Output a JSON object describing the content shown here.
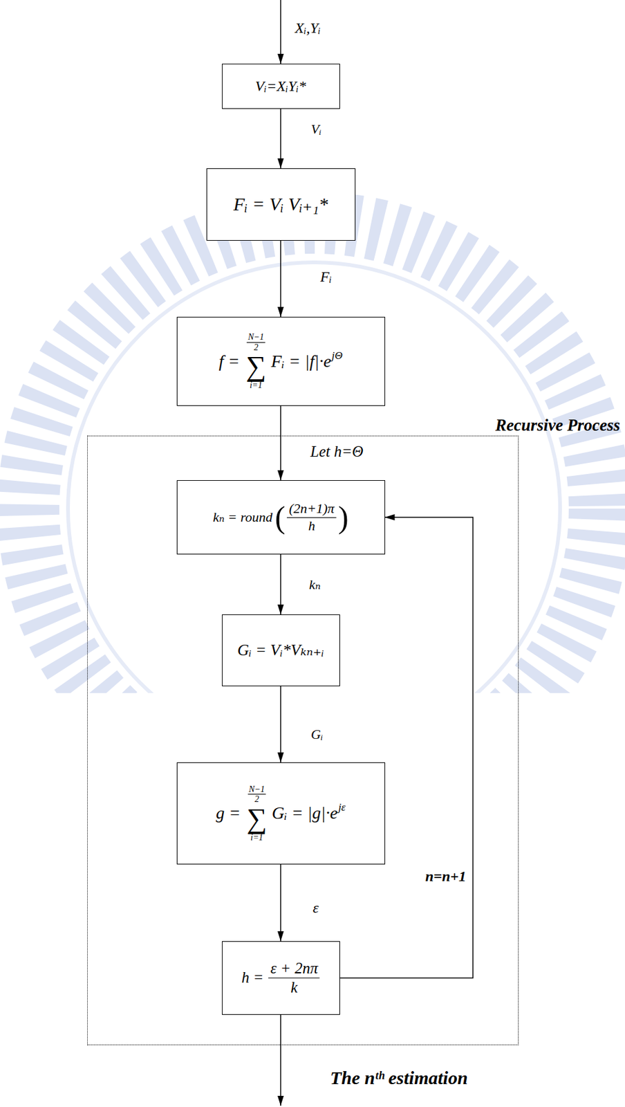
{
  "diagram": {
    "nodes": [
      {
        "text": [
          "Vᵢ=XᵢYᵢ*"
        ]
      },
      {
        "text": [
          "Fᵢ = Vᵢ Vᵢ₊₁*"
        ]
      },
      {
        "text": [
          "f =",
          "N−1",
          "2",
          "∑",
          "i=1",
          "Fᵢ = |f|·e",
          "jΘ"
        ]
      },
      {
        "text": [
          "Recursive Process"
        ]
      },
      {
        "text": [
          "kₙ = round",
          "(",
          "(2n+1)π",
          "h",
          ")"
        ],
        "in": 3
      },
      {
        "text": [
          "Gᵢ = Vᵢ*Vₖₙ₊ᵢ"
        ],
        "in": 3
      },
      {
        "text": [
          "g =",
          "N−1",
          "2",
          "∑",
          "i=1",
          "Gᵢ = |g|·e",
          "jε"
        ],
        "in": 3
      },
      {
        "text": [
          "h =",
          "ε + 2nπ",
          "k"
        ],
        "in": 3
      }
    ],
    "edges": [
      {
        "from": 0,
        "to": 1,
        "arrow": "to",
        "label": "Vᵢ"
      },
      {
        "from": 1,
        "to": 2,
        "arrow": "to",
        "label": "Fᵢ"
      },
      {
        "from": 2,
        "to": 4,
        "arrow": "to",
        "label": "Let h=Θ"
      },
      {
        "from": 4,
        "to": 5,
        "arrow": "to",
        "label": "kₙ"
      },
      {
        "from": 5,
        "to": 6,
        "arrow": "to",
        "label": "Gᵢ"
      },
      {
        "from": 6,
        "to": 7,
        "arrow": "to",
        "label": "ε"
      },
      {
        "from": 7,
        "to": 4,
        "arrow": "to",
        "label": "n=n+1"
      }
    ],
    "labels": [
      "Xᵢ,Yᵢ",
      "The nᵗʰ estimation"
    ]
  }
}
